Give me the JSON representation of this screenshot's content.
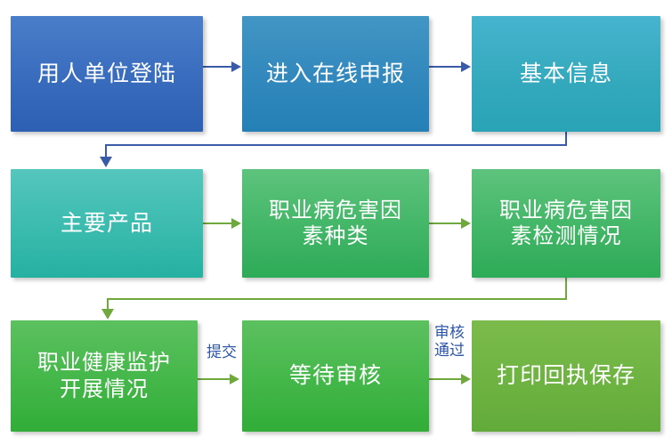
{
  "diagram": {
    "type": "flowchart",
    "title": "",
    "background_color": "#ffffff",
    "nodes": [
      {
        "id": "n1",
        "label": "用人单位登陆",
        "row": 1,
        "color": "#3a6dbe"
      },
      {
        "id": "n2",
        "label": "进入在线申报",
        "row": 1,
        "color": "#3389bd"
      },
      {
        "id": "n3",
        "label": "基本信息",
        "row": 1,
        "color": "#36aabf"
      },
      {
        "id": "n4",
        "label": "主要产品",
        "row": 2,
        "color": "#3dbcaf"
      },
      {
        "id": "n5",
        "label": "职业病危害因\n素种类",
        "row": 2,
        "color": "#45b769"
      },
      {
        "id": "n6",
        "label": "职业病危害因\n素检测情况",
        "row": 2,
        "color": "#45b769"
      },
      {
        "id": "n7",
        "label": "职业健康监护\n开展情况",
        "row": 3,
        "color": "#46b84b"
      },
      {
        "id": "n8",
        "label": "等待审核",
        "row": 3,
        "color": "#46b84b"
      },
      {
        "id": "n9",
        "label": "打印回执保存",
        "row": 3,
        "color": "#6fb443"
      }
    ],
    "edges": [
      {
        "from": "n1",
        "to": "n2",
        "label": "",
        "color": "#3a5ba8"
      },
      {
        "from": "n2",
        "to": "n3",
        "label": "",
        "color": "#3a5ba8"
      },
      {
        "from": "n3",
        "to": "n4",
        "label": "",
        "color": "#3a5ba8"
      },
      {
        "from": "n4",
        "to": "n5",
        "label": "",
        "color": "#6fa83c"
      },
      {
        "from": "n5",
        "to": "n6",
        "label": "",
        "color": "#6fa83c"
      },
      {
        "from": "n6",
        "to": "n7",
        "label": "",
        "color": "#6fa83c"
      },
      {
        "from": "n7",
        "to": "n8",
        "label": "提交",
        "color": "#6fa83c"
      },
      {
        "from": "n8",
        "to": "n9",
        "label": "审核\n通过",
        "color": "#6fa83c"
      }
    ],
    "edge_labels": {
      "submit": "提交",
      "approved": "审核\n通过"
    }
  }
}
